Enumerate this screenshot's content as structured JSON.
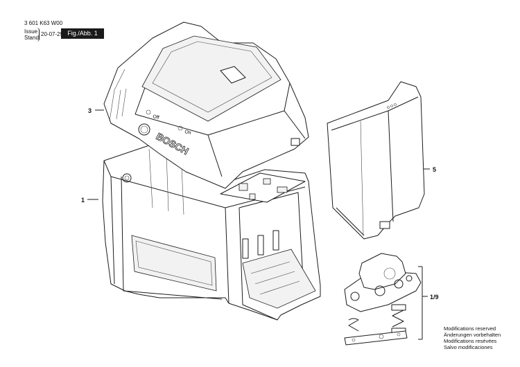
{
  "header": {
    "doc_number": "3 601 K63 W00",
    "issue_label": "Issue",
    "stand_label": "Stand",
    "issue_date": "20-07-29",
    "figure_label": "Fig./Abb. 1"
  },
  "callouts": [
    "3",
    "1",
    "5",
    "1/9"
  ],
  "product": {
    "brand_text": "BOSCH",
    "off_text": "Off",
    "on_text": "On"
  },
  "notice": {
    "lines": [
      "Modifications reserved",
      "Änderungen vorbehalten",
      "Modifications resévées",
      "Salvo modificaciones"
    ]
  }
}
